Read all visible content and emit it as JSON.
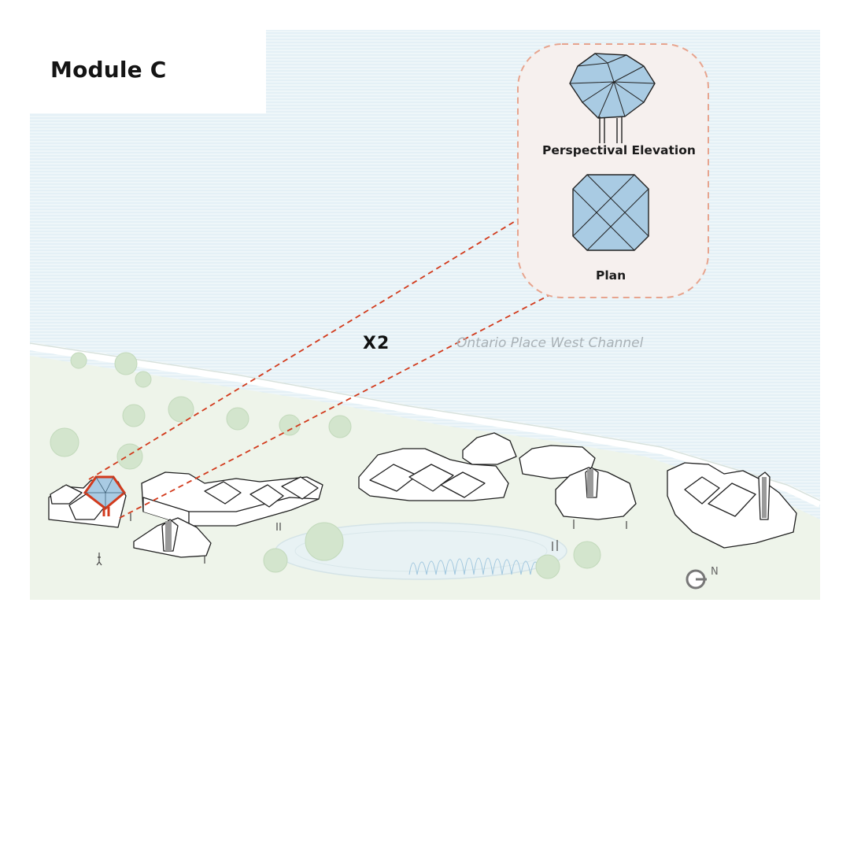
{
  "title": "Module C",
  "detail_box": {
    "elevation_label": "Perspectival Elevation",
    "plan_label": "Plan"
  },
  "multiplier": "X2",
  "water_label": "Ontario Place West Channel",
  "compass_label": "N",
  "colors": {
    "highlight": "#d23a1c",
    "glass": "#a9cbe3",
    "callout_border": "#e7a48e",
    "callout_fill": "#f6f0ee",
    "water": "#e4f1f6",
    "ground": "#eef4ea",
    "tree": "#cfe2c9"
  },
  "icons": [
    "north-arrow-icon",
    "highlight-module-icon"
  ]
}
